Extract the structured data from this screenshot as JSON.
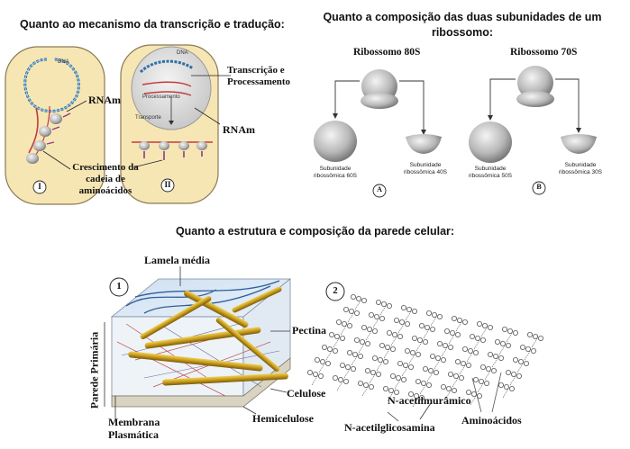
{
  "headings": {
    "transcription": "Quanto ao mecanismo da transcrição e tradução:",
    "ribosome": "Quanto a composição das duas subunidades de um ribossomo:",
    "cellwall": "Quanto a estrutura e composição da parede celular:"
  },
  "transcription": {
    "dna1": "DNA",
    "dna2": "DNA",
    "rnam1": "RNAm",
    "rnam2": "RNAm",
    "transcricao": "Transcrição e Processamento",
    "processamento_small": "Processamento",
    "transporte_small": "Transporte",
    "crescimento": "Crescimento da cadeia de aminoácidos",
    "label_I": "I",
    "label_II": "II"
  },
  "ribosome": {
    "r80": "Ribossomo 80S",
    "r70": "Ribossomo 70S",
    "sub60": "Subunidade ribossômica 60S",
    "sub40": "Subunidade ribossômica 40S",
    "sub50": "Subunidade ribossômica 50S",
    "sub30": "Subunidade ribossômica 30S",
    "label_A": "A",
    "label_B": "B"
  },
  "cellwall": {
    "lamela": "Lamela média",
    "pectina": "Pectina",
    "celulose": "Celulose",
    "hemicelulose": "Hemicelulose",
    "membrana": "Membrana Plasmática",
    "parede": "Parede Primária",
    "nam": "N-acetilmurâmico",
    "nag": "N-acetilglicosamina",
    "aminoacidos": "Aminoácidos",
    "label_1": "1",
    "label_2": "2"
  }
}
